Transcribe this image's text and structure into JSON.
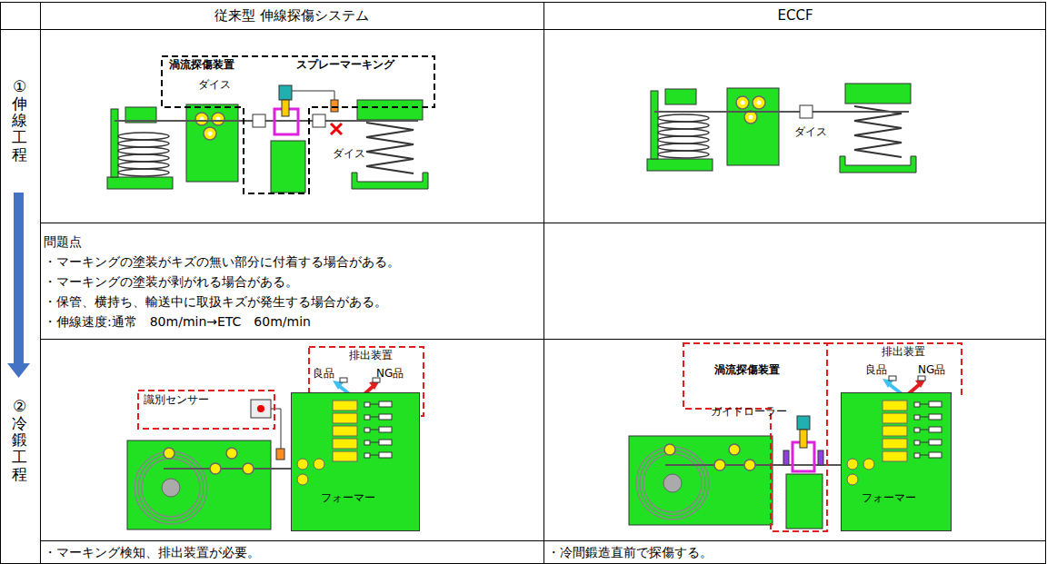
{
  "diagram": {
    "nodes": [
      {
        "text": [
          "渦流探傷装置",
          "スプレーマーキング",
          "ダイス"
        ]
      },
      {
        "text": [
          "識別センサー"
        ]
      },
      {
        "text": [
          "排出装置",
          "良品",
          "NG品"
        ]
      },
      {
        "text": [
          "フォーマー"
        ]
      },
      {
        "text": [
          "渦流探傷装置",
          "ガイドローラー"
        ]
      },
      {
        "text": [
          "排出装置",
          "良品",
          "NG品"
        ]
      },
      {
        "text": [
          "フォーマー"
        ]
      }
    ],
    "labels": [
      "従来型 伸線探傷システム",
      "ECCF",
      "①伸線工程",
      "②冷鍛工程",
      "ダイス",
      "ダイス",
      "問題点",
      "・マーキングの塗装がキズの無い部分に付着する場合がある。",
      "・マーキングの塗装が剥がれる場合がある。",
      "・保管、横持ち、輸送中に取扱キズが発生する場合がある。",
      "・伸線速度:通常　80m/min→ETC　60m/min",
      "・マーキング検知、排出装置が必要。",
      "・冷間鍛造直前で探傷する。"
    ]
  }
}
